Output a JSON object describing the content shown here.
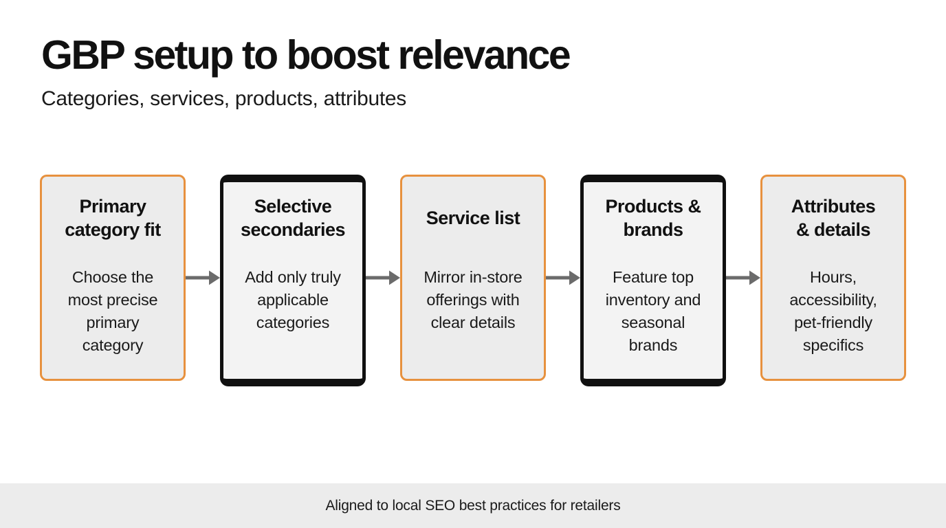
{
  "header": {
    "title": "GBP setup to boost relevance",
    "subtitle": "Categories, services, products, attributes"
  },
  "flow": {
    "cards": [
      {
        "title": "Primary\ncategory fit",
        "body": "Choose the\nmost precise\nprimary\ncategory",
        "style": "orange"
      },
      {
        "title": "Selective\nsecondaries",
        "body": "Add only truly\napplicable\ncategories",
        "style": "dark"
      },
      {
        "title": "Service list",
        "body": "Mirror in-store\nofferings with\nclear details",
        "style": "orange"
      },
      {
        "title": "Products &\nbrands",
        "body": "Feature top\ninventory and\nseasonal\nbrands",
        "style": "dark"
      },
      {
        "title": "Attributes\n& details",
        "body": "Hours,\naccessibility,\npet-friendly\nspecifics",
        "style": "orange"
      }
    ]
  },
  "footer": {
    "note": "Aligned to local SEO best practices for retailers"
  },
  "colors": {
    "accent_orange": "#E7913E",
    "dark_border": "#101010",
    "card_fill": "#ECECEC",
    "arrow_gray": "#6B6B6B",
    "footer_bg": "#ECECEC",
    "text": "#111111"
  }
}
